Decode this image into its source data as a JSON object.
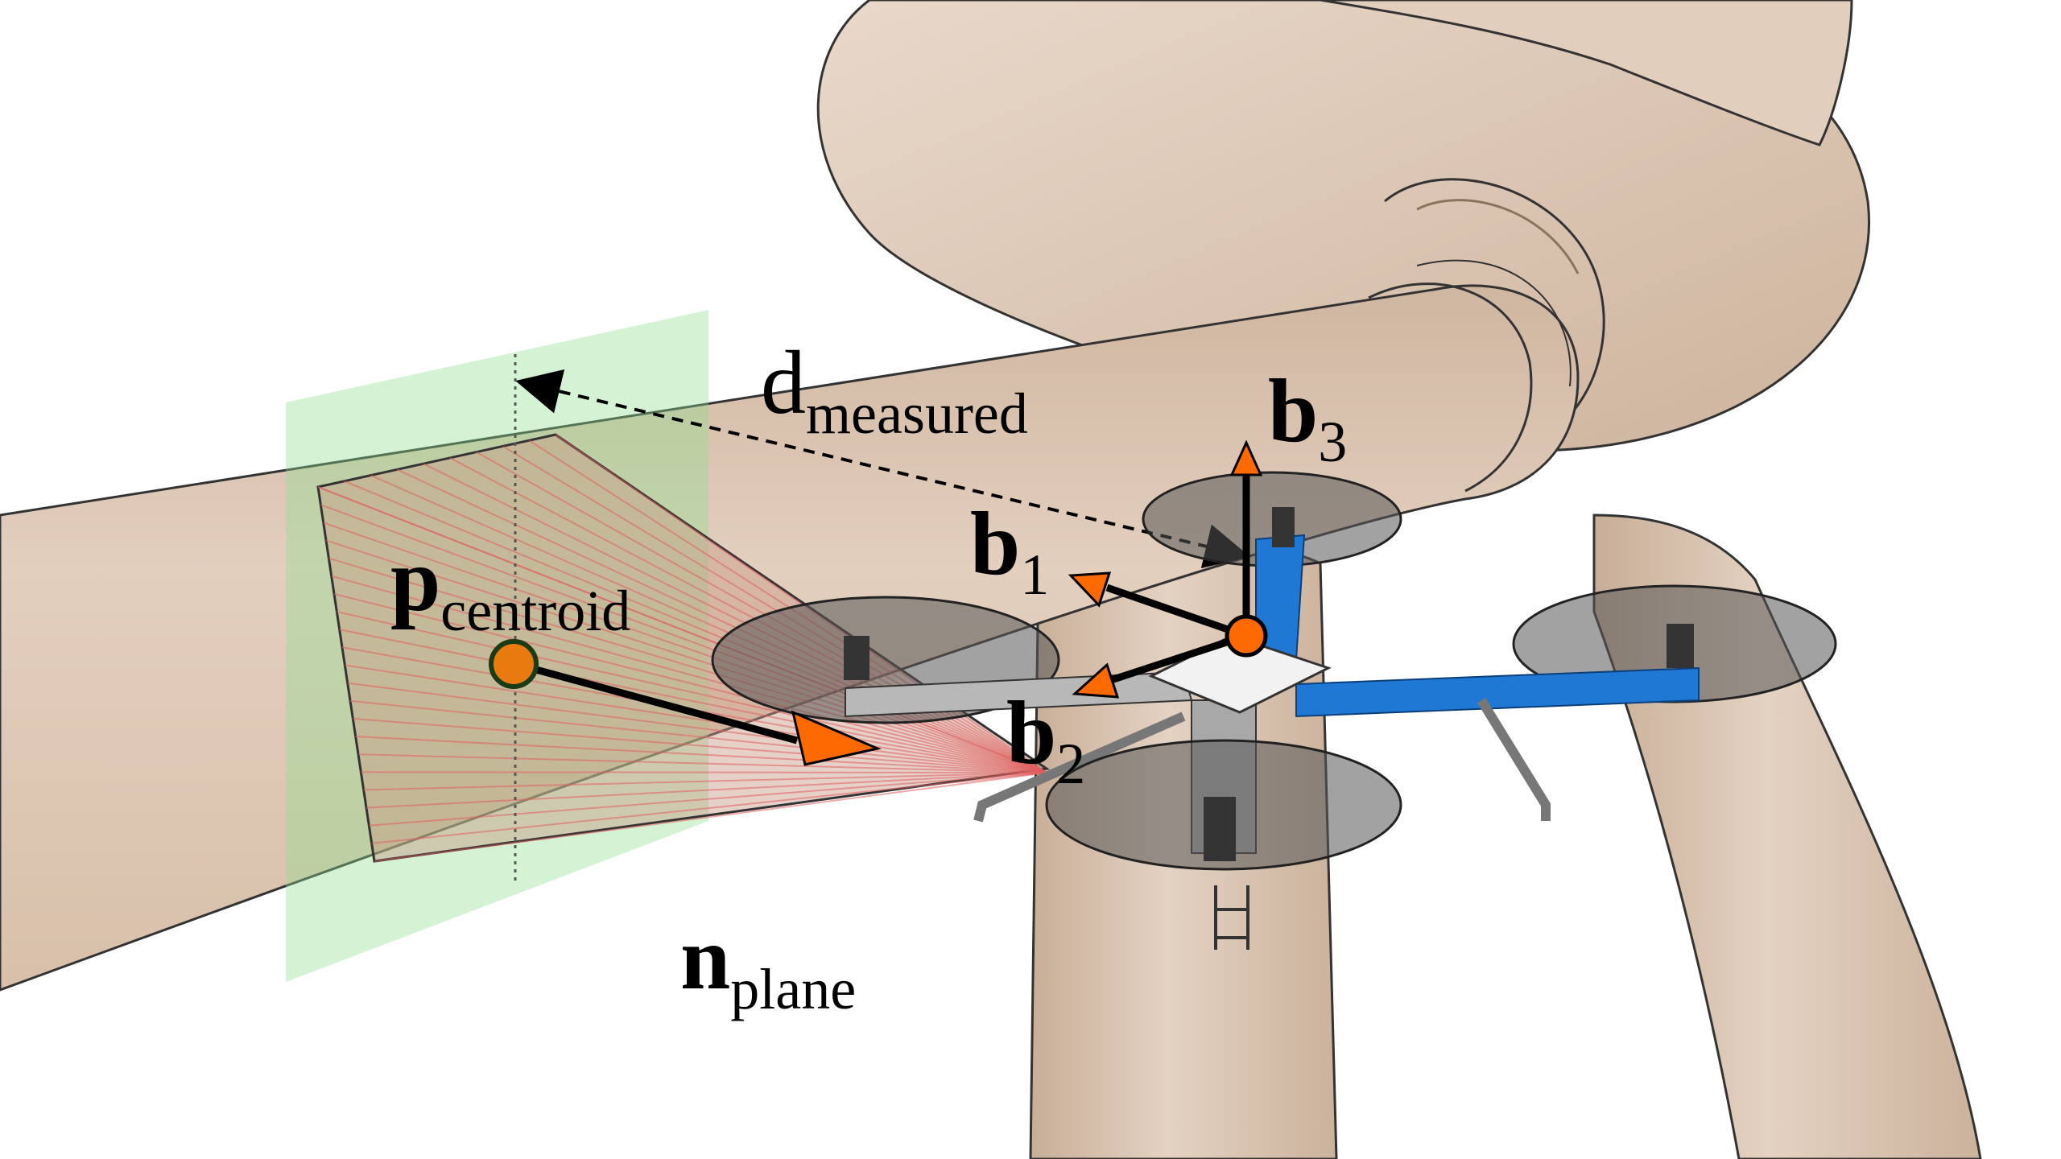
{
  "labels": {
    "d_measured": {
      "main": "d",
      "sub": "measured"
    },
    "b3": {
      "main": "b",
      "sub": "3"
    },
    "b1": {
      "main": "b",
      "sub": "1"
    },
    "b2": {
      "main": "b",
      "sub": "2"
    },
    "p_centroid": {
      "main": "p",
      "sub": "centroid"
    },
    "n_plane": {
      "main": "n",
      "sub": "plane"
    }
  },
  "colors": {
    "turbine": "#dcc6b2",
    "turbine_shadow": "#c9ae96",
    "plane": "#8fe08f",
    "arrow_orange": "#ff6a00",
    "centroid_orange": "#e87a10",
    "rotor_gray": "#555555",
    "frame_blue": "#1f78d4",
    "frame_gray": "#a8a8a8",
    "ray_red": "#e06060"
  },
  "icons": [
    "drone-icon",
    "wind-turbine-icon"
  ]
}
